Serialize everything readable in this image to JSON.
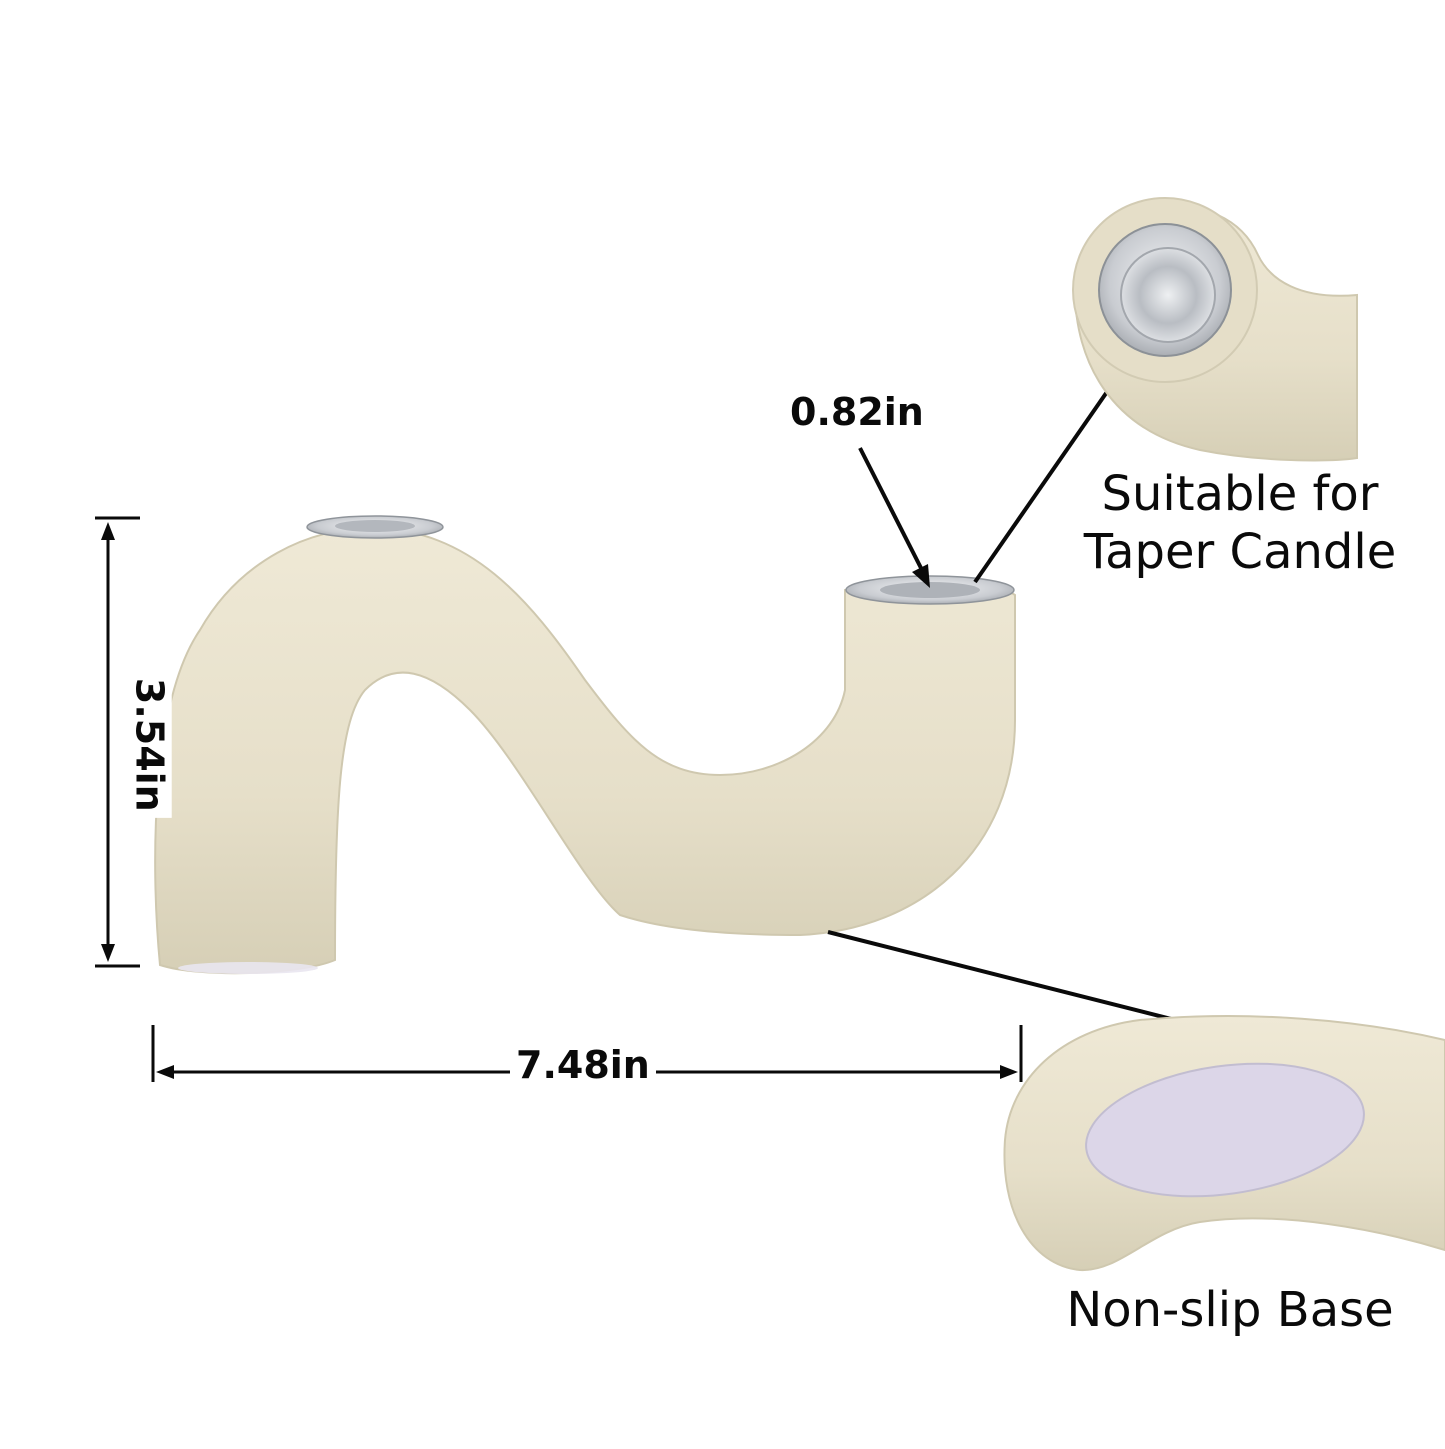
{
  "dimensions": {
    "diameter": "0.82in",
    "height": "3.54in",
    "width": "7.48in"
  },
  "features": {
    "taper_line1": "Suitable for",
    "taper_line2": "Taper Candle",
    "base": "Non-slip Base"
  },
  "colors": {
    "ceramic": "#e8e1cc",
    "ceramic_shadow": "#cbc3aa",
    "metal": "#cfd2d6",
    "pad": "#dcd6e8",
    "ink": "#0a0a0a"
  }
}
